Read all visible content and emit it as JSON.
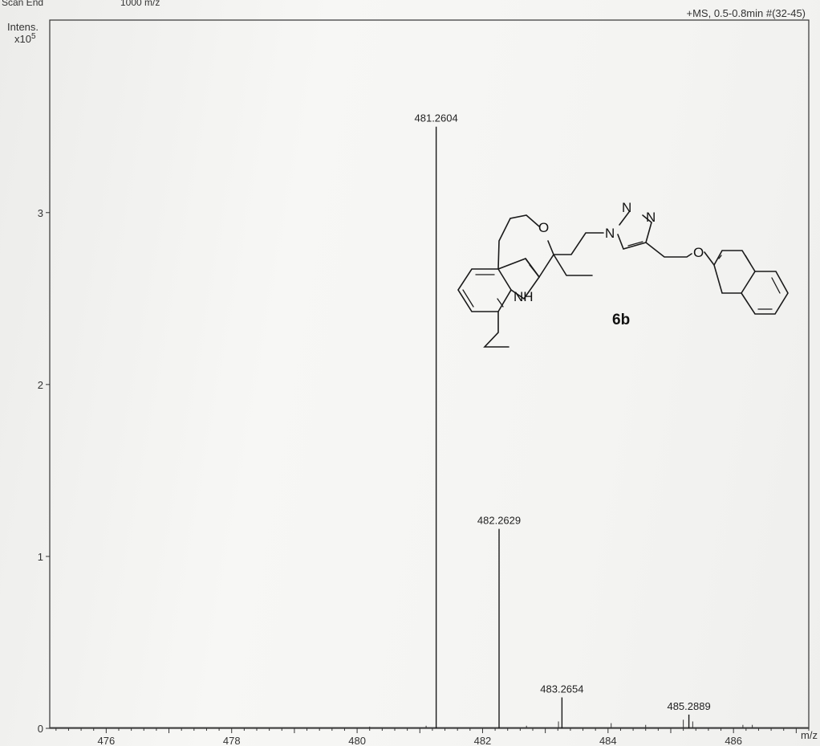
{
  "header": {
    "scan_end_label": "Scan End",
    "scan_end_value": "1000 m/z"
  },
  "chart_data": {
    "type": "bar",
    "title": "+MS, 0.5-0.8min #(32-45)",
    "ylabel": "Intens.",
    "yscale_label": "x10",
    "yscale_exp": "5",
    "xlabel": "m/z",
    "xlim": [
      475.1,
      487.2
    ],
    "ylim": [
      0,
      4.12
    ],
    "xticks": [
      476,
      478,
      480,
      482,
      484,
      486
    ],
    "yticks": [
      0,
      1,
      2,
      3
    ],
    "peaks": [
      {
        "mz": 481.2604,
        "intensity": 3.5,
        "label": "481.2604"
      },
      {
        "mz": 482.2629,
        "intensity": 1.16,
        "label": "482.2629"
      },
      {
        "mz": 483.2654,
        "intensity": 0.18,
        "label": "483.2654"
      },
      {
        "mz": 485.2889,
        "intensity": 0.08,
        "label": "485.2889"
      }
    ],
    "minor_peaks": [
      {
        "mz": 483.21,
        "intensity": 0.04
      },
      {
        "mz": 484.05,
        "intensity": 0.03
      },
      {
        "mz": 484.6,
        "intensity": 0.02
      },
      {
        "mz": 485.2,
        "intensity": 0.05
      },
      {
        "mz": 485.35,
        "intensity": 0.04
      },
      {
        "mz": 486.15,
        "intensity": 0.02
      },
      {
        "mz": 486.3,
        "intensity": 0.02
      },
      {
        "mz": 481.1,
        "intensity": 0.015
      },
      {
        "mz": 482.7,
        "intensity": 0.015
      },
      {
        "mz": 480.2,
        "intensity": 0.01
      }
    ],
    "compound_label": "6b",
    "structure_atoms": [
      "O",
      "N",
      "N",
      "N",
      "O",
      "NH"
    ]
  }
}
